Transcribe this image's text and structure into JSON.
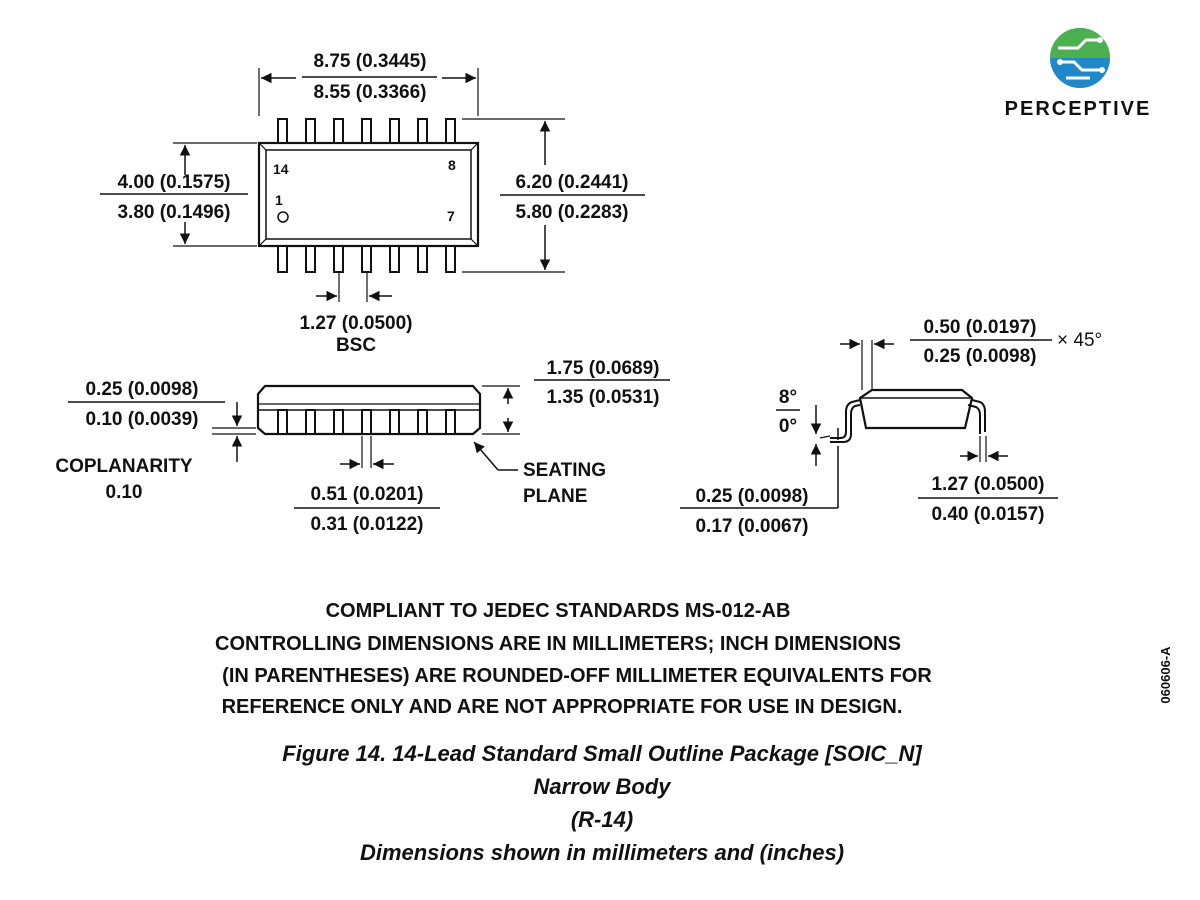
{
  "logo": {
    "wordmark": "PERCEPTIVE",
    "colors": {
      "top": "#4caf50",
      "bottom": "#1e88c8",
      "circuit": "#ffffff"
    }
  },
  "top_view": {
    "length_max": "8.75 (0.3445)",
    "length_min": "8.55 (0.3366)",
    "body_width_max": "4.00 (0.1575)",
    "body_width_min": "3.80 (0.1496)",
    "total_width_max": "6.20 (0.2441)",
    "total_width_min": "5.80 (0.2283)",
    "pin_labels": {
      "p14": "14",
      "p8": "8",
      "p1": "1",
      "p7": "7"
    },
    "pitch": "1.27 (0.0500)",
    "pitch_note": "BSC"
  },
  "side_view": {
    "standoff_max": "0.25 (0.0098)",
    "standoff_min": "0.10 (0.0039)",
    "coplanarity_label": "COPLANARITY",
    "coplanarity_value": "0.10",
    "lead_width_max": "0.51 (0.0201)",
    "lead_width_min": "0.31 (0.0122)",
    "height_max": "1.75 (0.0689)",
    "height_min": "1.35 (0.0531)",
    "seating_plane_1": "SEATING",
    "seating_plane_2": "PLANE"
  },
  "end_view": {
    "chamfer_max": "0.50 (0.0197)",
    "chamfer_min": "0.25 (0.0098)",
    "chamfer_angle": "× 45°",
    "angle_max": "8°",
    "angle_min": "0°",
    "thickness_max": "0.25 (0.0098)",
    "thickness_min": "0.17 (0.0067)",
    "foot_max": "1.27 (0.0500)",
    "foot_min": "0.40 (0.0157)"
  },
  "notes": {
    "compliance": "COMPLIANT TO JEDEC STANDARDS MS-012-AB",
    "line1": "CONTROLLING DIMENSIONS ARE IN MILLIMETERS; INCH DIMENSIONS",
    "line2": "(IN PARENTHESES) ARE ROUNDED-OFF MILLIMETER EQUIVALENTS FOR",
    "line3": "REFERENCE ONLY AND ARE NOT APPROPRIATE FOR USE IN DESIGN.",
    "drawing_code": "060606-A"
  },
  "caption": {
    "line1": "Figure 14. 14-Lead Standard Small Outline Package [SOIC_N]",
    "line2": "Narrow Body",
    "line3": "(R-14)",
    "line4": "Dimensions shown in millimeters and (inches)"
  }
}
